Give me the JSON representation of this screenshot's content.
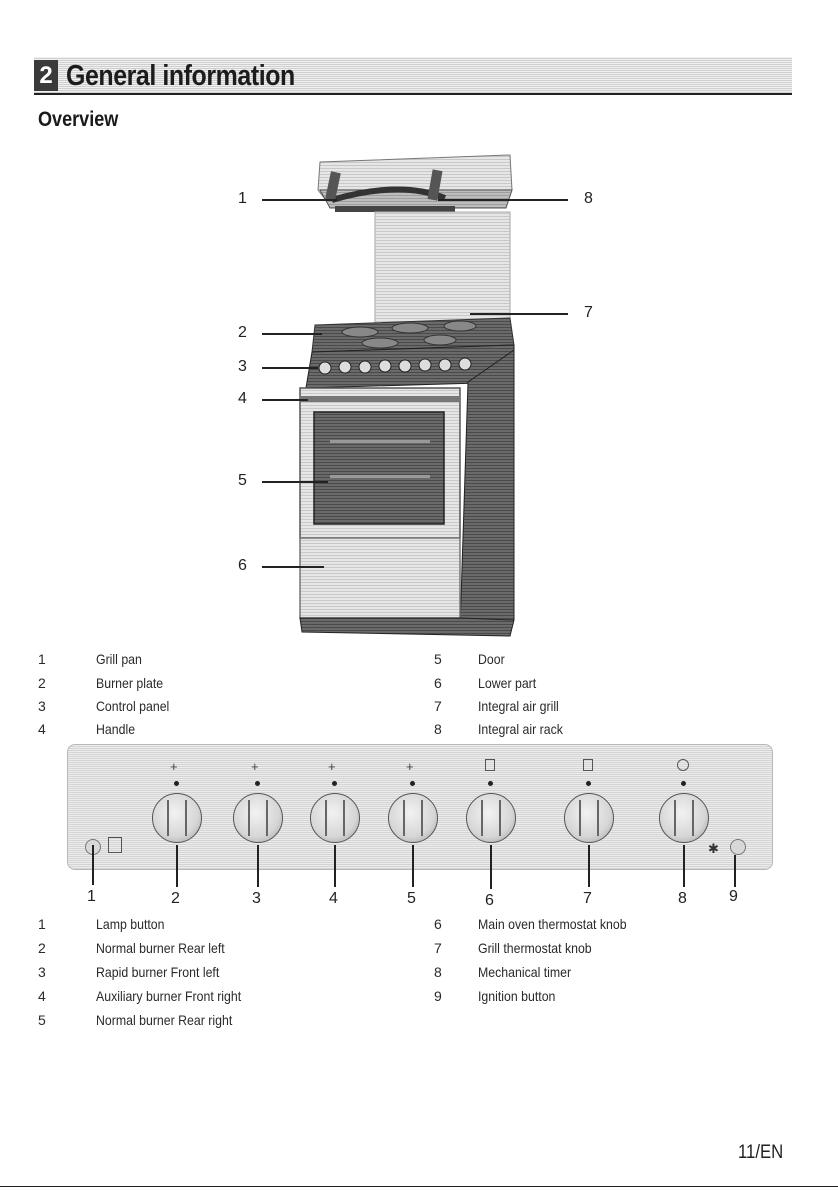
{
  "header": {
    "chapter_number": "2",
    "title": "General information"
  },
  "subheading": "Overview",
  "overview_callouts": [
    "1",
    "2",
    "3",
    "4",
    "5",
    "6",
    "7",
    "8"
  ],
  "overview_parts_left": [
    {
      "num": "1",
      "label": "Grill pan"
    },
    {
      "num": "2",
      "label": "Burner plate"
    },
    {
      "num": "3",
      "label": "Control panel"
    },
    {
      "num": "4",
      "label": "Handle"
    }
  ],
  "overview_parts_right": [
    {
      "num": "5",
      "label": "Door"
    },
    {
      "num": "6",
      "label": "Lower part"
    },
    {
      "num": "7",
      "label": "Integral air grill"
    },
    {
      "num": "8",
      "label": "Integral air rack"
    }
  ],
  "panel_callouts": [
    "1",
    "2",
    "3",
    "4",
    "5",
    "6",
    "7",
    "8",
    "9"
  ],
  "panel_parts_left": [
    {
      "num": "1",
      "label": "Lamp button"
    },
    {
      "num": "2",
      "label": "Normal burner Rear left"
    },
    {
      "num": "3",
      "label": "Rapid burner Front left"
    },
    {
      "num": "4",
      "label": "Auxiliary burner Front right"
    },
    {
      "num": "5",
      "label": "Normal burner Rear right"
    }
  ],
  "panel_parts_right": [
    {
      "num": "6",
      "label": "Main oven thermostat knob"
    },
    {
      "num": "7",
      "label": "Grill thermostat knob"
    },
    {
      "num": "8",
      "label": "Mechanical timer"
    },
    {
      "num": "9",
      "label": "Ignition button"
    }
  ],
  "footer": {
    "page_label": "11/EN"
  }
}
